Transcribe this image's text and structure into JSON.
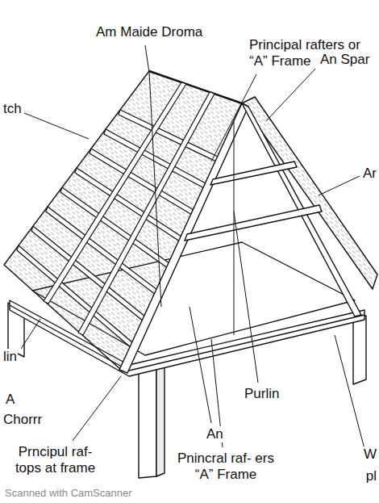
{
  "diagram": {
    "labels": [
      "Am Maide Droma",
      "Principal rafters or “A” Frame",
      "tch",
      "An Spar",
      "Ar",
      "lin",
      "A",
      "Chorrr",
      "Purlin",
      "An",
      "W",
      "pl",
      "Prncipul raf- tops at frame",
      "Pnincral raf- ers “A” Frame",
      "Scanned with CamScanner"
    ]
  }
}
